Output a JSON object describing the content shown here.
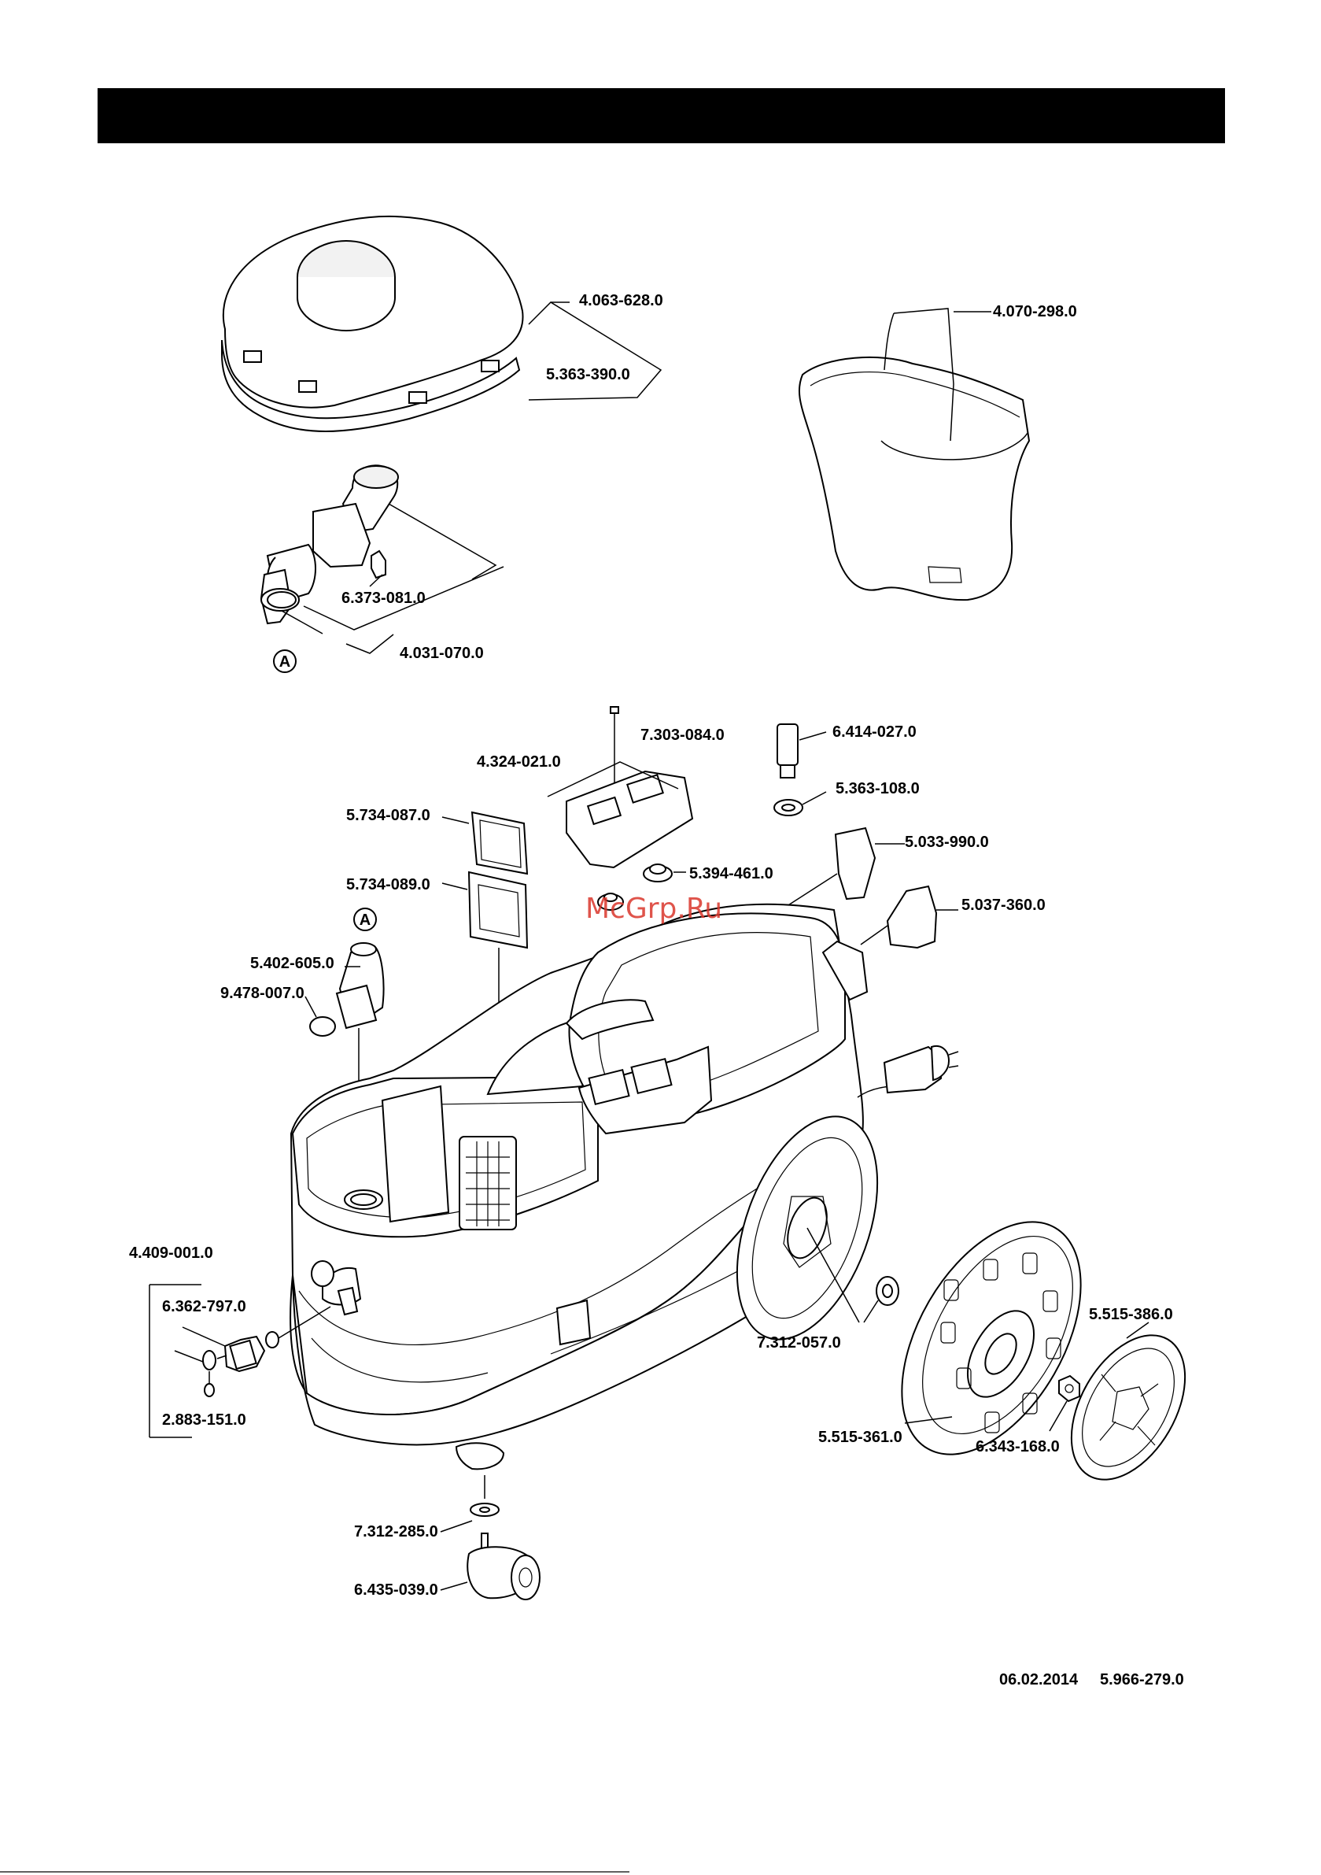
{
  "header": {
    "title": ""
  },
  "callout": {
    "a_top": "A",
    "a_mid": "A"
  },
  "parts": {
    "p4063_628": "4.063-628.0",
    "p5363_390": "5.363-390.0",
    "p4070_298": "4.070-298.0",
    "p6373_081": "6.373-081.0",
    "p4031_070": "4.031-070.0",
    "p7303_084": "7.303-084.0",
    "p6414_027": "6.414-027.0",
    "p4324_021": "4.324-021.0",
    "p5363_108": "5.363-108.0",
    "p5734_087": "5.734-087.0",
    "p5394_461": "5.394-461.0",
    "p5033_990": "5.033-990.0",
    "p5734_089": "5.734-089.0",
    "p5037_360": "5.037-360.0",
    "p5402_605": "5.402-605.0",
    "p9478_007": "9.478-007.0",
    "p4409_001": "4.409-001.0",
    "p6362_797": "6.362-797.0",
    "p2883_151": "2.883-151.0",
    "p7312_057": "7.312-057.0",
    "p5515_386": "5.515-386.0",
    "p5515_361": "5.515-361.0",
    "p6343_168": "6.343-168.0",
    "p7312_285": "7.312-285.0",
    "p6435_039": "6.435-039.0"
  },
  "watermark": "McGrp.Ru",
  "footer": {
    "date": "06.02.2014",
    "doc_number": "5.966-279.0"
  }
}
